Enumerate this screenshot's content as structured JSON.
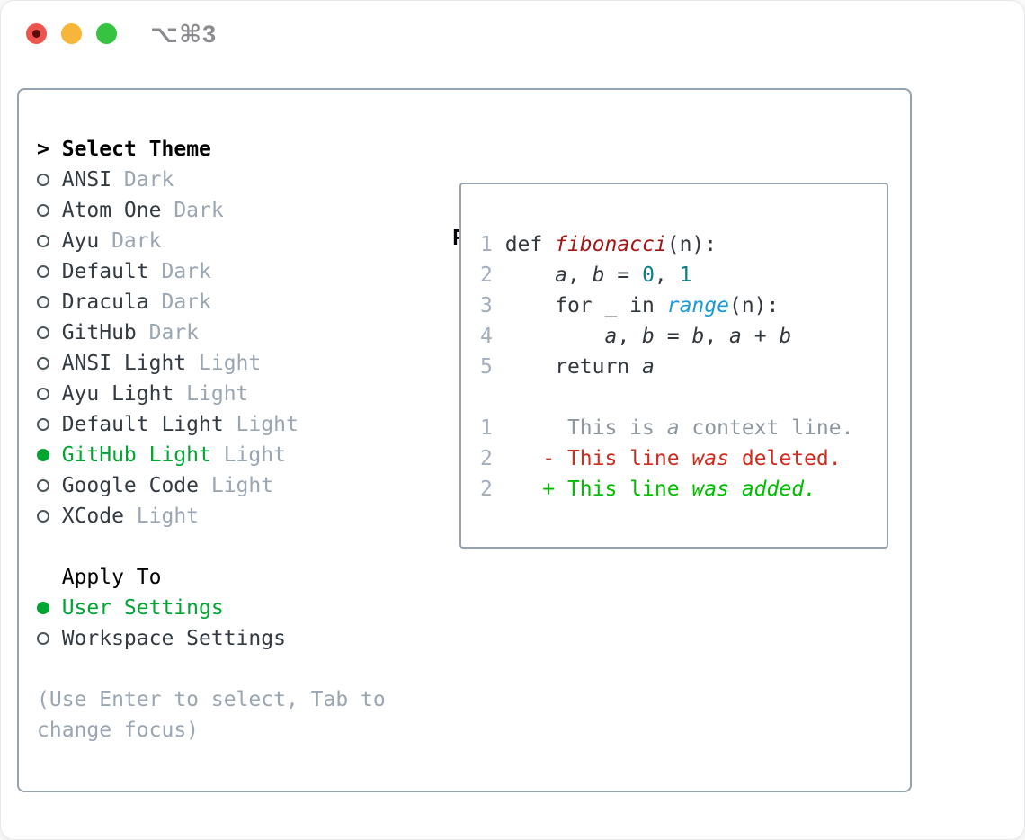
{
  "window": {
    "title": "⌥⌘3",
    "traffic_lights": {
      "close": "close-button",
      "minimize": "minimize-button",
      "zoom": "zoom-button"
    }
  },
  "colors": {
    "selection_green": "#00a532",
    "added_green": "#00bd00",
    "deleted_red": "#ce2c1e",
    "function_red": "#a41616",
    "number_teal": "#0d7d87",
    "builtin_blue": "#1b9bd7",
    "muted_gray": "#9aa6b2",
    "panel_border": "#98a2ae"
  },
  "theme_picker": {
    "header": {
      "prompt": ">",
      "label": "Select Theme"
    },
    "themes": [
      {
        "label": "ANSI",
        "tag": "Dark",
        "selected": false
      },
      {
        "label": "Atom One",
        "tag": "Dark",
        "selected": false
      },
      {
        "label": "Ayu",
        "tag": "Dark",
        "selected": false
      },
      {
        "label": "Default",
        "tag": "Dark",
        "selected": false
      },
      {
        "label": "Dracula",
        "tag": "Dark",
        "selected": false
      },
      {
        "label": "GitHub",
        "tag": "Dark",
        "selected": false
      },
      {
        "label": "ANSI Light",
        "tag": "Light",
        "selected": false
      },
      {
        "label": "Ayu Light",
        "tag": "Light",
        "selected": false
      },
      {
        "label": "Default Light",
        "tag": "Light",
        "selected": false
      },
      {
        "label": "GitHub Light",
        "tag": "Light",
        "selected": true
      },
      {
        "label": "Google Code",
        "tag": "Light",
        "selected": false
      },
      {
        "label": "XCode",
        "tag": "Light",
        "selected": false
      }
    ],
    "apply_to": {
      "header": "Apply To",
      "options": [
        {
          "label": "User Settings",
          "selected": true
        },
        {
          "label": "Workspace Settings",
          "selected": false
        }
      ]
    },
    "hint": "(Use Enter to select, Tab to change focus)"
  },
  "preview": {
    "header": "Preview",
    "code_lines": [
      {
        "num": "1",
        "tokens": [
          {
            "t": "def ",
            "c": "text"
          },
          {
            "t": "fibonacci",
            "c": "func",
            "i": true
          },
          {
            "t": "(n):",
            "c": "text"
          }
        ]
      },
      {
        "num": "2",
        "tokens": [
          {
            "t": "    ",
            "c": "text"
          },
          {
            "t": "a",
            "c": "text",
            "i": true
          },
          {
            "t": ", ",
            "c": "text"
          },
          {
            "t": "b",
            "c": "text",
            "i": true
          },
          {
            "t": " = ",
            "c": "text"
          },
          {
            "t": "0",
            "c": "num"
          },
          {
            "t": ", ",
            "c": "text"
          },
          {
            "t": "1",
            "c": "num"
          }
        ]
      },
      {
        "num": "3",
        "tokens": [
          {
            "t": "    for _ in ",
            "c": "text"
          },
          {
            "t": "range",
            "c": "builtin",
            "i": true
          },
          {
            "t": "(n):",
            "c": "text"
          }
        ]
      },
      {
        "num": "4",
        "tokens": [
          {
            "t": "        ",
            "c": "text"
          },
          {
            "t": "a",
            "c": "text",
            "i": true
          },
          {
            "t": ", ",
            "c": "text"
          },
          {
            "t": "b",
            "c": "text",
            "i": true
          },
          {
            "t": " = ",
            "c": "text"
          },
          {
            "t": "b",
            "c": "text",
            "i": true
          },
          {
            "t": ", ",
            "c": "text"
          },
          {
            "t": "a",
            "c": "text",
            "i": true
          },
          {
            "t": " + ",
            "c": "text"
          },
          {
            "t": "b",
            "c": "text",
            "i": true
          }
        ]
      },
      {
        "num": "5",
        "tokens": [
          {
            "t": "    return ",
            "c": "text"
          },
          {
            "t": "a",
            "c": "text",
            "i": true
          }
        ]
      },
      {
        "num": "",
        "tokens": []
      },
      {
        "num": "1",
        "tokens": [
          {
            "t": "     This is ",
            "c": "ctx"
          },
          {
            "t": "a",
            "c": "ctx",
            "i": true
          },
          {
            "t": " context line.",
            "c": "ctx"
          }
        ]
      },
      {
        "num": "2",
        "tokens": [
          {
            "t": "   - This line ",
            "c": "del"
          },
          {
            "t": "was",
            "c": "del",
            "i": true
          },
          {
            "t": " deleted.",
            "c": "del"
          }
        ]
      },
      {
        "num": "2",
        "tokens": [
          {
            "t": "   + This line ",
            "c": "add"
          },
          {
            "t": "was",
            "c": "add",
            "i": true
          },
          {
            "t": " ",
            "c": "add"
          },
          {
            "t": "added.",
            "c": "add",
            "i": true
          }
        ]
      }
    ]
  }
}
